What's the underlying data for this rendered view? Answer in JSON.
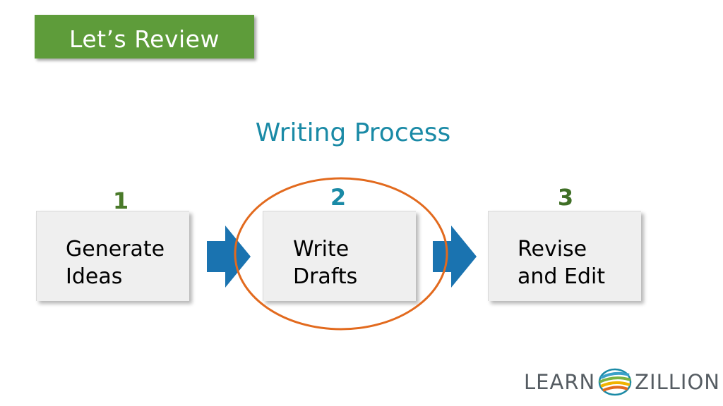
{
  "badge": {
    "label": "Let’s Review",
    "color": "#5e9c3a"
  },
  "title": "Writing Process",
  "steps": [
    {
      "number": "1",
      "label": "Generate\nIdeas",
      "number_color": "#4a7a2a"
    },
    {
      "number": "2",
      "label": "Write\nDrafts",
      "number_color": "#1a8aa6"
    },
    {
      "number": "3",
      "label": "Revise\nand Edit",
      "number_color": "#3f6f26"
    }
  ],
  "highlight_color": "#e26a1e",
  "arrow_color": "#1a73b0",
  "logo": {
    "left": "LEARN",
    "right": "ZILLION"
  }
}
